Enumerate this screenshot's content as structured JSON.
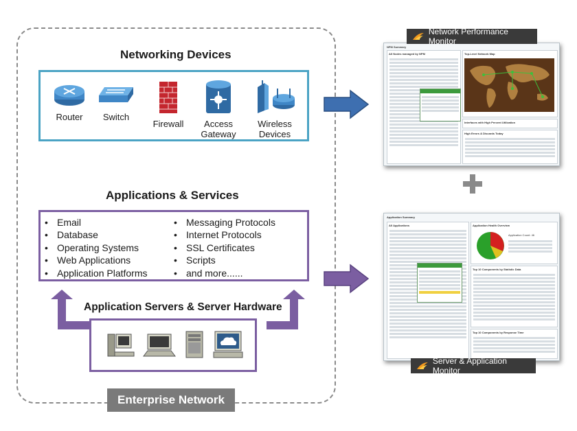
{
  "enterprise": {
    "label": "Enterprise Network"
  },
  "networking": {
    "title": "Networking Devices",
    "devices": [
      {
        "label": "Router",
        "icon": "router-icon"
      },
      {
        "label": "Switch",
        "icon": "switch-icon"
      },
      {
        "label": "Firewall",
        "icon": "firewall-icon"
      },
      {
        "label": "Access Gateway",
        "line1": "Access",
        "line2": "Gateway",
        "icon": "access-gateway-icon"
      },
      {
        "label": "Wireless Devices",
        "line1": "Wireless",
        "line2": "Devices",
        "icon": "wireless-devices-icon"
      }
    ]
  },
  "applications": {
    "title": "Applications & Services",
    "left": [
      "Email",
      "Database",
      "Operating Systems",
      "Web Applications",
      "Application Platforms"
    ],
    "right": [
      "Messaging Protocols",
      "Internet Protocols",
      "SSL Certificates",
      "Scripts",
      "and more......"
    ]
  },
  "servers": {
    "title": "Application Servers & Server Hardware"
  },
  "npm": {
    "caption": "Network Performance Monitor",
    "summary": "NPM Summary",
    "map_title": "Top-Level Network Map",
    "nodes_title": "All Nodes managed by NPM",
    "interfaces_title": "Interfaces with High Percent Utilization",
    "errors_title": "High Errors & Discards Today"
  },
  "plus": "+",
  "sam": {
    "caption": "Server & Application Monitor",
    "summary": "Application Summary",
    "all_apps": "All Applications",
    "health": "Application Health Overview",
    "app_count": "Application Count: 46",
    "top_stats": "Top 10 Components by Statistic Data",
    "top_response": "Top 10 Components by Response Time"
  },
  "colors": {
    "net_border": "#4aa3c4",
    "app_border": "#7b5ea1",
    "arrow_blue": "#3e6fb0",
    "arrow_purple": "#7b5ea1",
    "caption_bg": "#3a3a3a",
    "enterprise_bg": "#7a7a7a"
  }
}
